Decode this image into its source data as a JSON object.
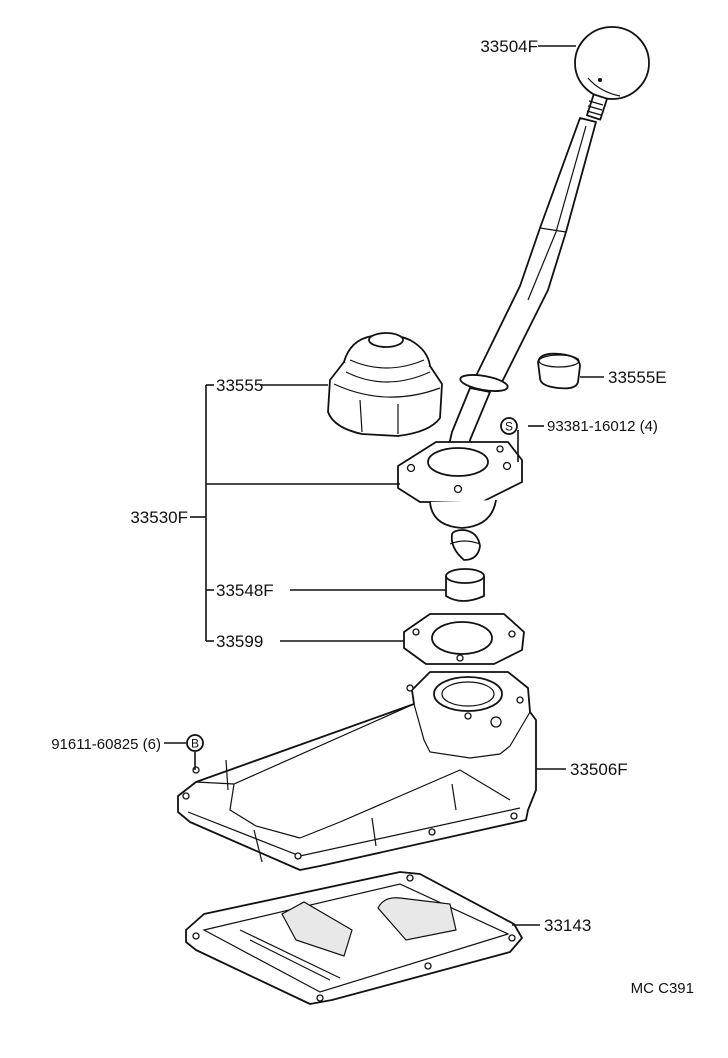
{
  "diagram": {
    "code": "MC C391",
    "parts": {
      "knob": "33504F",
      "cap": "33555E",
      "bolt_s": "93381-16012 (4)",
      "bolt_s_symbol": "S",
      "boot": "33555",
      "lever_assy": "33530F",
      "bushing": "33548F",
      "gasket": "33599",
      "retainer": "33506F",
      "bolt_b": "91611-60825 (6)",
      "bolt_b_symbol": "B",
      "plate": "33143"
    }
  }
}
